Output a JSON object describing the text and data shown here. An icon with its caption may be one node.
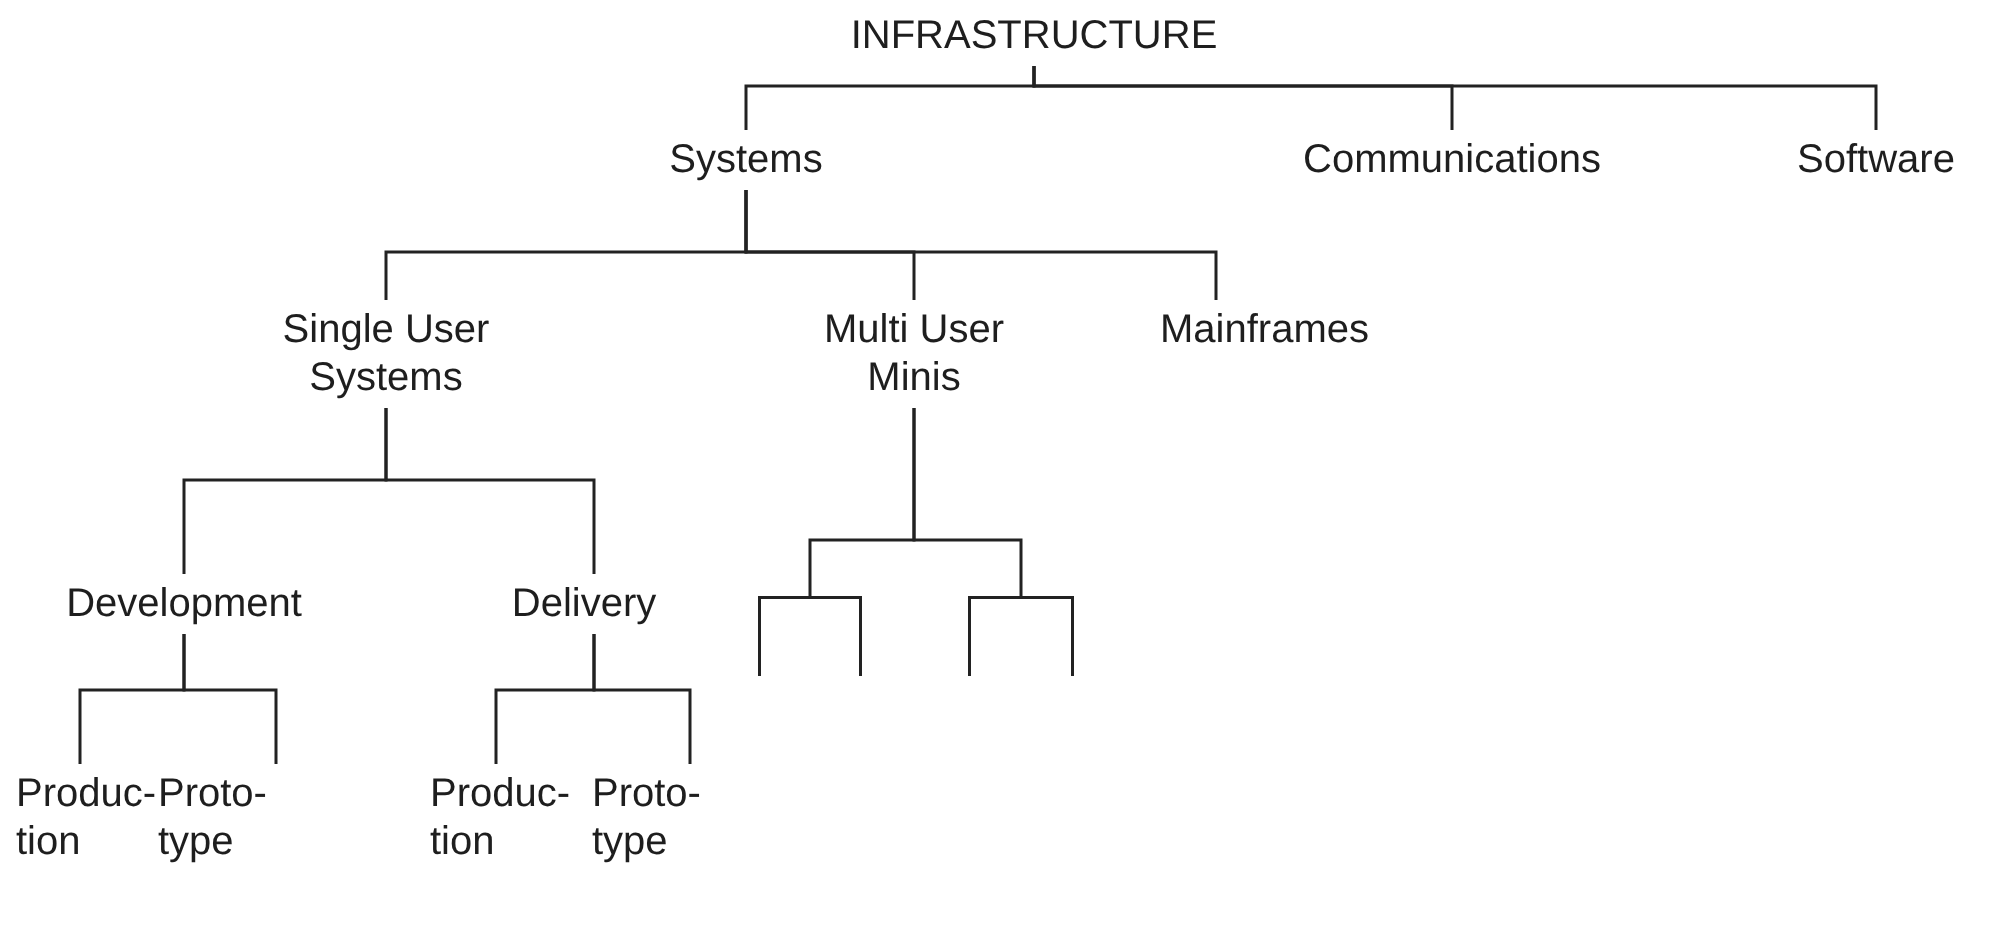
{
  "diagram": {
    "nodes": [
      {
        "text": [
          "INFRASTRUCTURE"
        ]
      },
      {
        "text": [
          "Systems"
        ]
      },
      {
        "text": [
          "Communications"
        ]
      },
      {
        "text": [
          "Software"
        ]
      },
      {
        "text": [
          "Single User Systems"
        ]
      },
      {
        "text": [
          "Multi User Minis"
        ]
      },
      {
        "text": [
          "Mainframes"
        ]
      },
      {
        "text": [
          "Development"
        ]
      },
      {
        "text": [
          "Delivery"
        ]
      },
      {
        "text": [
          "Produc- tion"
        ]
      },
      {
        "text": [
          "Proto- type"
        ]
      },
      {
        "text": [
          "Produc- tion"
        ]
      },
      {
        "text": [
          "Proto- type"
        ]
      },
      {
        "text": [],
        "shape": "bar"
      },
      {
        "text": [],
        "shape": "bar"
      }
    ],
    "edges": [
      {
        "from": 0,
        "to": 1,
        "arrow": "none"
      },
      {
        "from": 0,
        "to": 2,
        "arrow": "none"
      },
      {
        "from": 0,
        "to": 3,
        "arrow": "none"
      },
      {
        "from": 1,
        "to": 4,
        "arrow": "none"
      },
      {
        "from": 1,
        "to": 5,
        "arrow": "none"
      },
      {
        "from": 1,
        "to": 6,
        "arrow": "none"
      },
      {
        "from": 4,
        "to": 7,
        "arrow": "none"
      },
      {
        "from": 4,
        "to": 8,
        "arrow": "none"
      },
      {
        "from": 7,
        "to": 9,
        "arrow": "none"
      },
      {
        "from": 7,
        "to": 10,
        "arrow": "none"
      },
      {
        "from": 8,
        "to": 11,
        "arrow": "none"
      },
      {
        "from": 8,
        "to": 12,
        "arrow": "none"
      },
      {
        "from": 5,
        "to": 13,
        "arrow": "none"
      },
      {
        "from": 5,
        "to": 14,
        "arrow": "none"
      }
    ]
  }
}
